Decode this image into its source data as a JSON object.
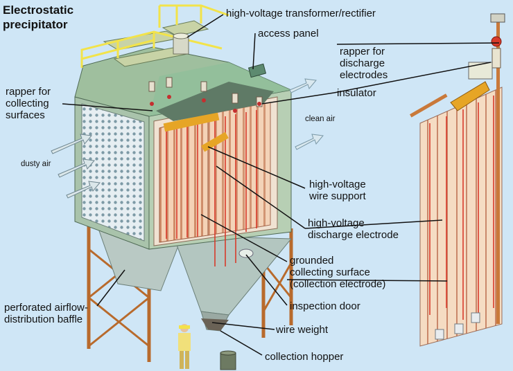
{
  "title": [
    "Electrostatic",
    "precipitator"
  ],
  "labels": {
    "transformer": "high-voltage transformer/rectifier",
    "access_panel": "access panel",
    "rapper_discharge": [
      "rapper for",
      "discharge",
      "electrodes"
    ],
    "insulator": "insulator",
    "rapper_collecting": [
      "rapper for",
      "collecting",
      "surfaces"
    ],
    "clean_air": "clean air",
    "dusty_air": "dusty air",
    "wire_support": [
      "high-voltage",
      "wire support"
    ],
    "discharge_electrode": [
      "high-voltage",
      "discharge electrode"
    ],
    "collecting_surface": [
      "grounded",
      "collecting surface",
      "(collection electrode)"
    ],
    "inspection_door": "inspection door",
    "baffle": [
      "perforated airflow-",
      "distribution baffle"
    ],
    "wire_weight": "wire weight",
    "hopper": "collection hopper"
  },
  "icons": [
    "dusty-air-arrow-icon",
    "clean-air-arrow-icon",
    "worker-figure-icon",
    "dust-barrel-icon"
  ],
  "colors": {
    "background": "#cfe6f6",
    "housing": "#a8c6ae",
    "rail": "#f2e34a",
    "steel_leg": "#c9793a",
    "plate": "#f4d2b6",
    "discharge": "#d83a2a",
    "bracket": "#e6a526",
    "leader": "#111111"
  }
}
